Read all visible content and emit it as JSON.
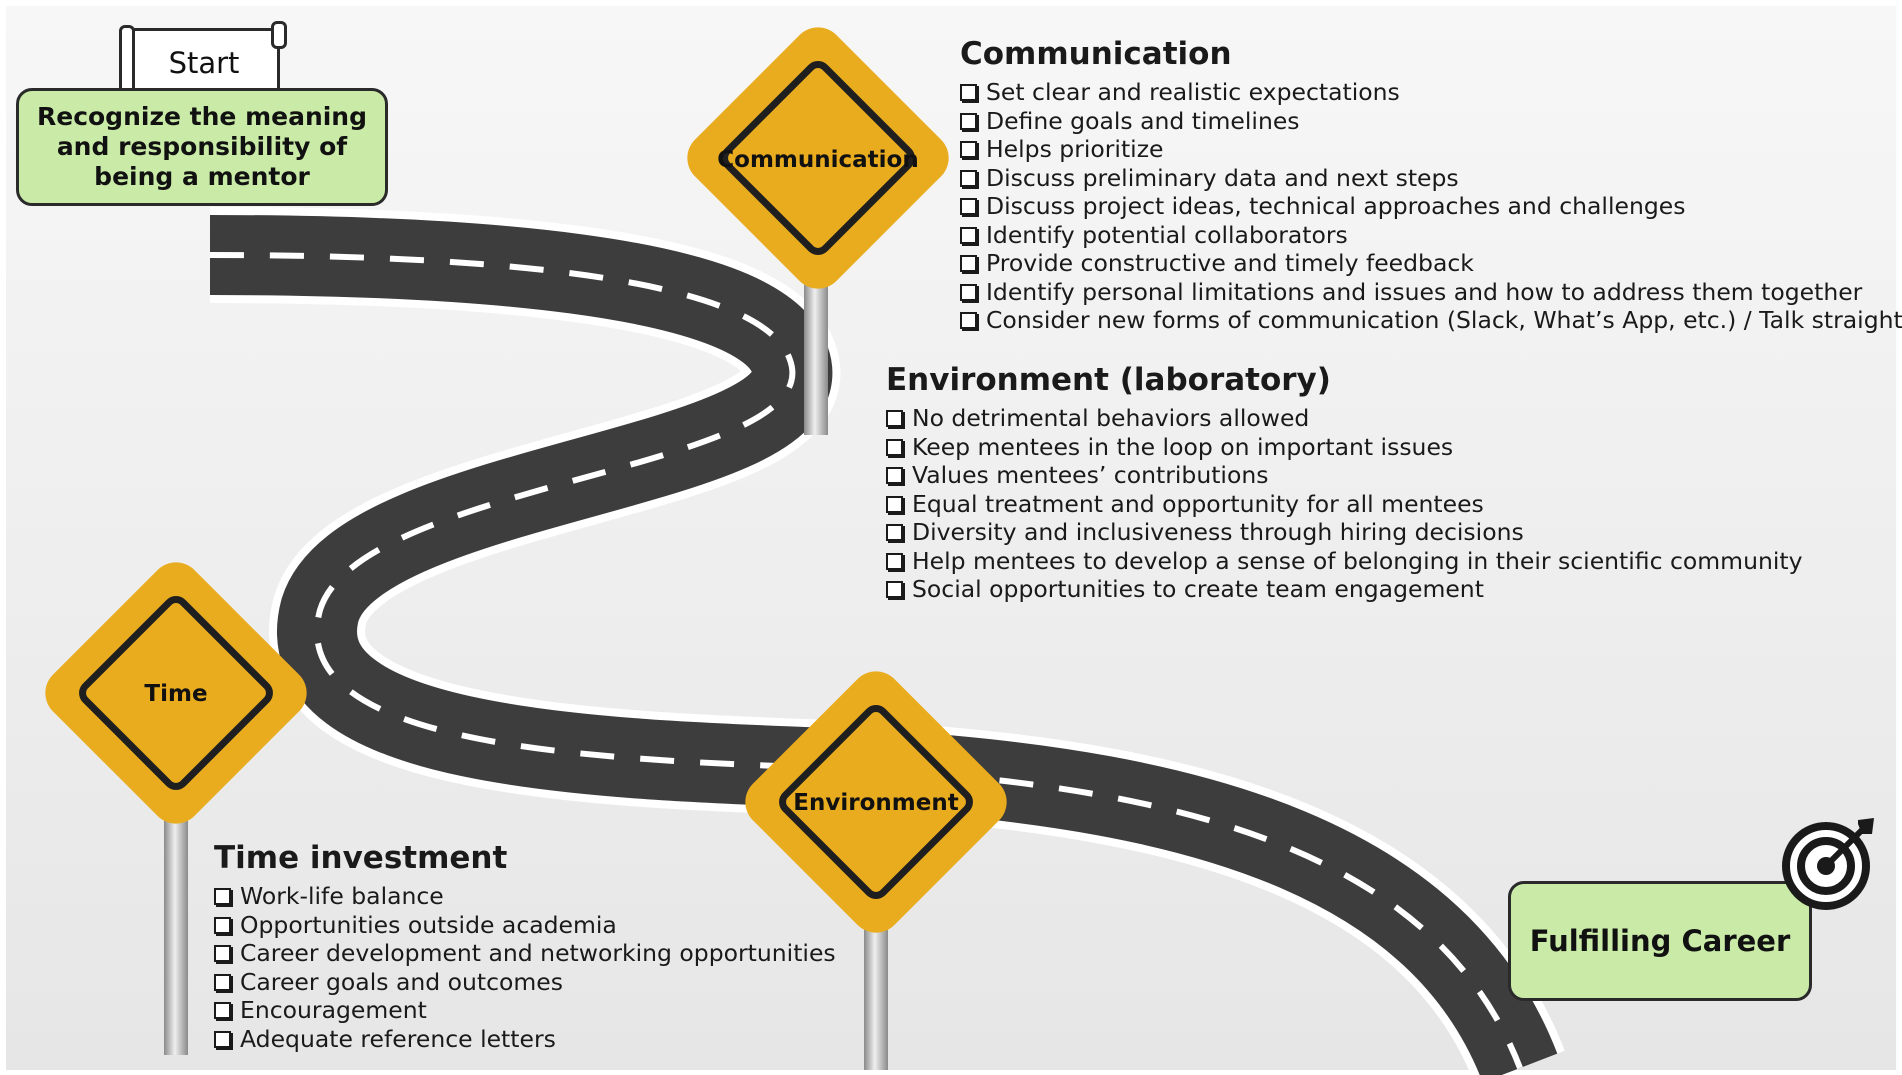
{
  "start": {
    "tag": "Start",
    "text": "Recognize the  meaning and responsibility of being a mentor"
  },
  "goal": {
    "text": "Fulfilling Career"
  },
  "signs": {
    "communication": "Communication",
    "time": "Time",
    "environment": "Environment"
  },
  "communication": {
    "title": "Communication",
    "items": [
      "Set clear and realistic expectations",
      "Define goals and timelines",
      "Helps prioritize",
      "Discuss preliminary data and next steps",
      "Discuss project ideas, technical approaches and challenges",
      "Identify potential collaborators",
      "Provide constructive and  timely feedback",
      "Identify personal limitations and issues and how to address them together",
      "Consider new forms of communication (Slack, What’s App, etc.) / Talk straight"
    ]
  },
  "environment": {
    "title": "Environment (laboratory)",
    "items": [
      "No detrimental behaviors allowed",
      "Keep mentees in the loop on important issues",
      "Values mentees’ contributions",
      "Equal treatment and opportunity for all mentees",
      "Diversity and inclusiveness through hiring decisions",
      "Help mentees to develop a sense of  belonging in their scientific community",
      "Social opportunities to create team engagement"
    ]
  },
  "time": {
    "title": "Time  investment",
    "items": [
      "Work-life balance",
      "Opportunities outside academia",
      "Career development and networking opportunities",
      "Career goals and outcomes",
      "Encouragement",
      "Adequate reference letters"
    ]
  },
  "colors": {
    "road": "#3d3d3d",
    "road_edge": "#ffffff",
    "sign_fill": "#e9ac1f",
    "sign_border": "#1f1f1f",
    "box_fill": "#c9eba7",
    "pole": "#b9b9b9"
  },
  "icons": {
    "goal": "target-icon"
  }
}
